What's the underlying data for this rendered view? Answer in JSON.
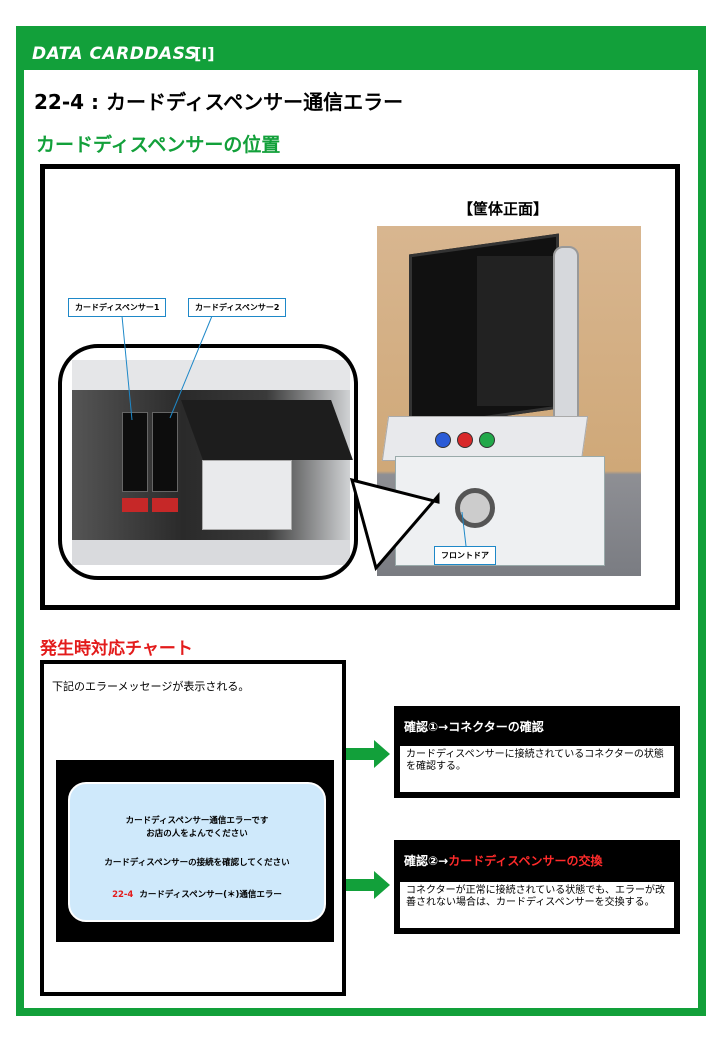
{
  "header": {
    "brand": "DATA CARDDASS",
    "tag": "[I]",
    "brand_color": "#12a03a"
  },
  "title": "22-4 : カードディスペンサー通信エラー",
  "location": {
    "section_title": "カードディスペンサーの位置",
    "cabinet_label": "【筐体正面】",
    "callouts": {
      "front_door": "フロントドア",
      "dispenser1": "カードディスペンサー1",
      "dispenser2": "カードディスペンサー2"
    }
  },
  "chart": {
    "section_title": "発生時対応チャート",
    "intro": "下記のエラーメッセージが表示される。",
    "screen": {
      "line1": "カードディスペンサー通信エラーです",
      "line2": "お店の人をよんでください",
      "line3": "カードディスペンサーの接続を確認してください",
      "code": "22-4",
      "line4": "カードディスペンサー(＊)通信エラー"
    },
    "steps": [
      {
        "head": "確認①→コネクターの確認",
        "body": "カードディスペンサーに接続されているコネクターの状態を確認する。"
      },
      {
        "head_prefix": "確認②→",
        "head_highlight": "カードディスペンサーの交換",
        "body": "コネクターが正常に接続されている状態でも、エラーが改善されない場合は、カードディスペンサーを交換する。"
      }
    ]
  }
}
